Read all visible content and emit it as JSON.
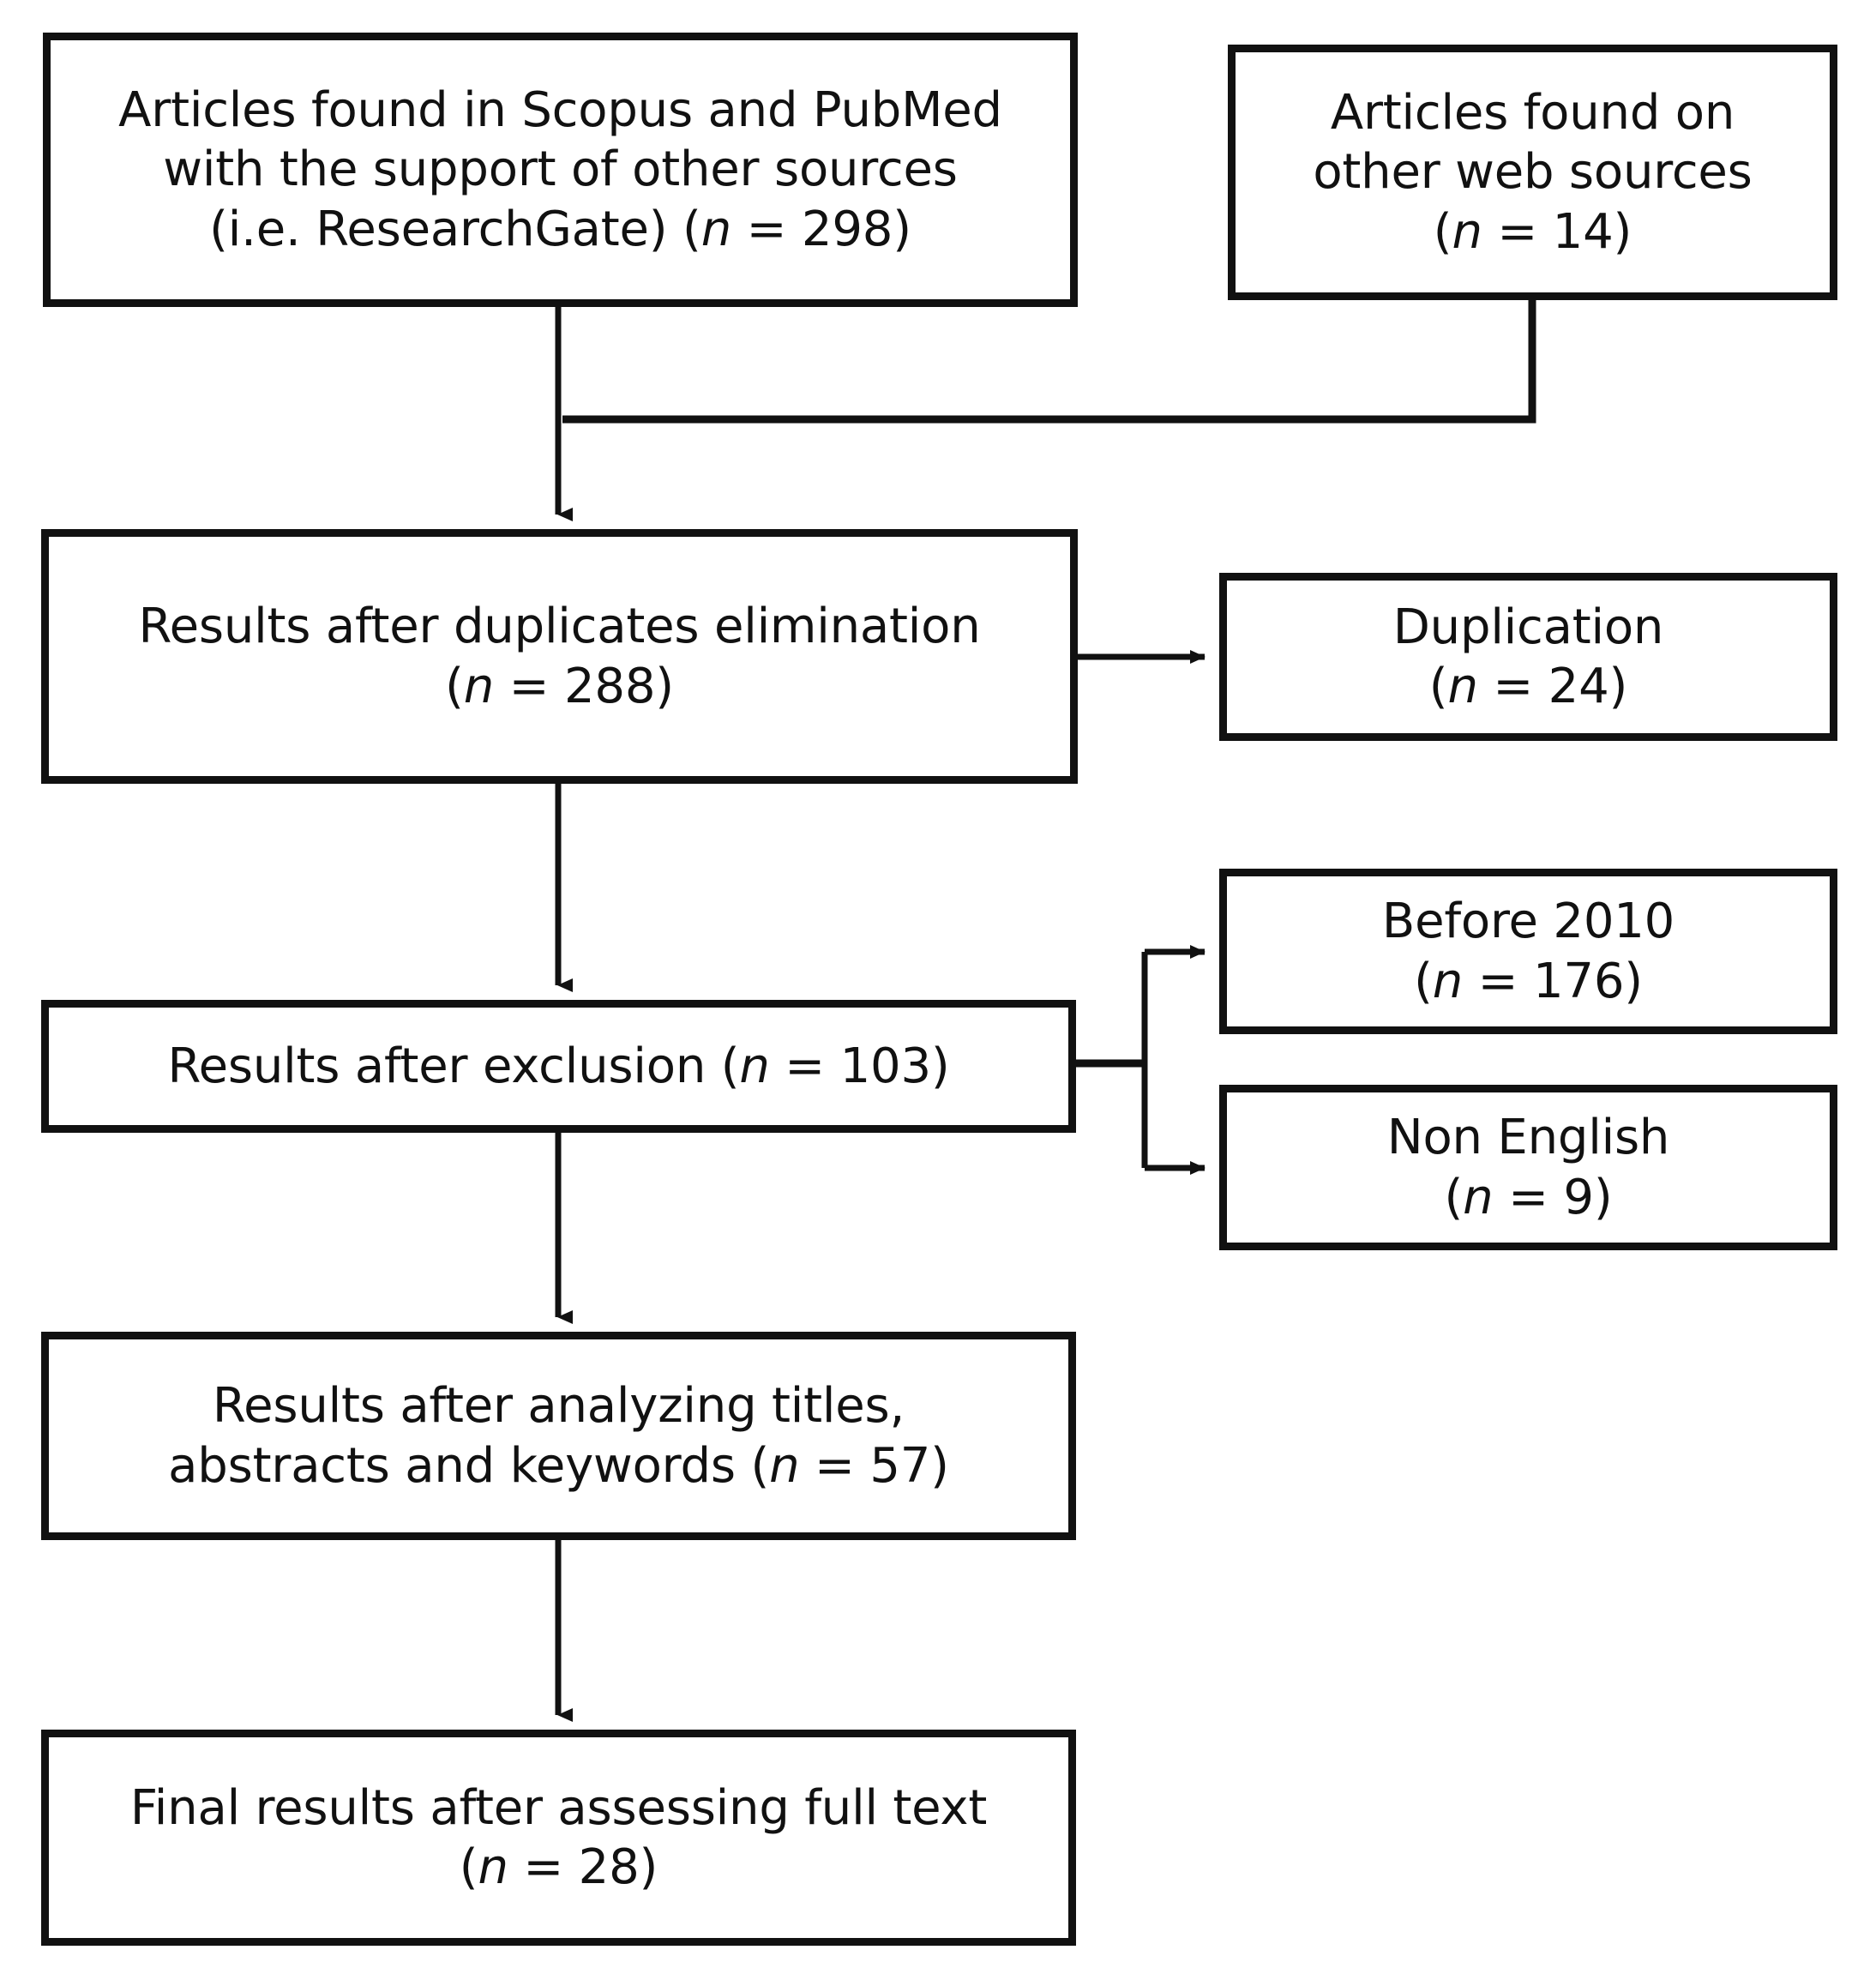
{
  "figure": {
    "type": "prisma-flow-diagram",
    "title": "PRISMA study selection flow diagram",
    "colors": {
      "background": "#ffffff",
      "box_border": "#111111",
      "box_fill": "#ffffff",
      "text": "#111111",
      "connector": "#111111"
    }
  },
  "nodes": {
    "sources": {
      "id": "articles-found-scopus-pubmed",
      "line1": "Articles found in Scopus and PubMed",
      "line2": "with the support of other sources",
      "line3_prefix": "(i.e. ResearchGate) (",
      "n_symbol": "n",
      "n_value": "= 298)",
      "text": "Articles found in Scopus and PubMed\nwith the support of other sources\n(i.e. ResearchGate) (n = 298)",
      "count": 298
    },
    "web_sources": {
      "id": "articles-found-other-web-sources",
      "line1": "Articles found on",
      "line2": "other web sources",
      "line3_prefix": "(",
      "n_symbol": "n",
      "n_value": "= 14)",
      "text": "Articles found on\nother web sources\n(n = 14)",
      "count": 14
    },
    "duplicates": {
      "id": "results-after-duplicates-elimination",
      "line1": "Results after duplicates elimination",
      "line2_prefix": "(",
      "n_symbol": "n",
      "n_value": "= 288)",
      "text": "Results after duplicates elimination\n(n = 288)",
      "count": 288
    },
    "duplication": {
      "id": "duplication-excluded",
      "line1": "Duplication",
      "line2_prefix": "(",
      "n_symbol": "n",
      "n_value": "= 24)",
      "text": "Duplication\n(n = 24)",
      "count": 24
    },
    "exclusion": {
      "id": "results-after-exclusion",
      "line1_prefix": "Results after exclusion (",
      "n_symbol": "n",
      "n_value": "= 103)",
      "text": "Results after exclusion (n = 103)",
      "count": 103
    },
    "before_2010": {
      "id": "before-2010-excluded",
      "line1": "Before 2010",
      "line2_prefix": "(",
      "n_symbol": "n",
      "n_value": "= 176)",
      "text": "Before 2010\n(n = 176)",
      "count": 176
    },
    "non_english": {
      "id": "non-english-excluded",
      "line1": "Non English",
      "line2_prefix": "(",
      "n_symbol": "n",
      "n_value": "= 9)",
      "text": "Non English\n(n = 9)",
      "count": 9
    },
    "titles": {
      "id": "results-after-analyzing-titles-abstracts-keywords",
      "line1": "Results after analyzing titles,",
      "line2_prefix": "abstracts and keywords (",
      "n_symbol": "n",
      "n_value": "= 57)",
      "text": "Results after analyzing titles,\nabstracts and keywords (n = 57)",
      "count": 57
    },
    "final": {
      "id": "final-results-after-assessing-full-text",
      "line1": "Final results after assessing full text",
      "line2_prefix": "(",
      "n_symbol": "n",
      "n_value": "= 28)",
      "text": "Final results after assessing full text\n(n = 28)",
      "count": 28
    }
  },
  "edges": [
    {
      "from": "sources",
      "to": "duplicates",
      "style": "merge-elbow-down",
      "arrow": true
    },
    {
      "from": "web_sources",
      "to": "duplicates",
      "style": "merge-elbow-down",
      "arrow": false
    },
    {
      "from": "duplicates",
      "to": "duplication",
      "style": "straight-right",
      "arrow": true
    },
    {
      "from": "duplicates",
      "to": "exclusion",
      "style": "straight-down",
      "arrow": true
    },
    {
      "from": "exclusion",
      "to": "before_2010",
      "style": "split-right-up",
      "arrow": true
    },
    {
      "from": "exclusion",
      "to": "non_english",
      "style": "split-right-down",
      "arrow": true
    },
    {
      "from": "exclusion",
      "to": "titles",
      "style": "straight-down",
      "arrow": true
    },
    {
      "from": "titles",
      "to": "final",
      "style": "straight-down",
      "arrow": true
    }
  ]
}
